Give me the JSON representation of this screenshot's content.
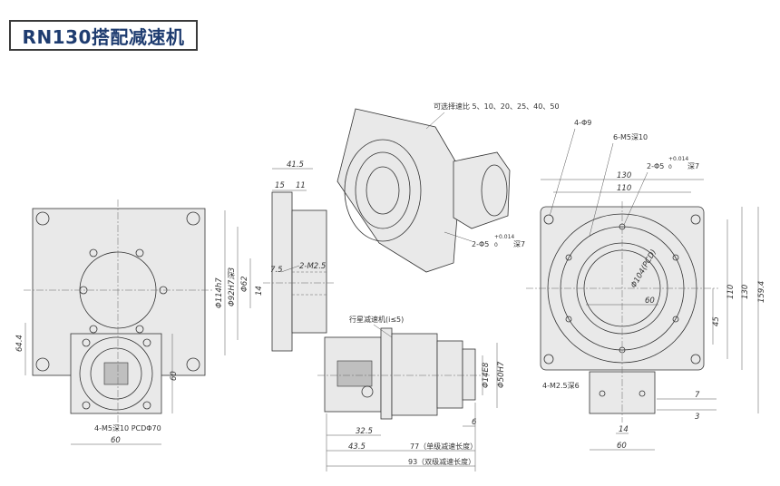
{
  "title": "RN130搭配减速机",
  "ratio_note": "可选择速比 5、10、20、25、40、50",
  "planetary_label": "行星减速机(i≤5)",
  "front_view": {
    "bolt_label": "4-M5深10 PCDΦ70",
    "dims": {
      "height": "64.4",
      "side": "60",
      "width": "60"
    }
  },
  "section_view": {
    "dims": {
      "d1": "Φ114h7",
      "d2": "Φ92H7深3",
      "d3": "Φ62",
      "d4": "14",
      "d5": "7.5",
      "thread": "2-M2.5",
      "w_total": "41.5",
      "w_a": "15",
      "w_b": "11"
    }
  },
  "reducer_view": {
    "dims": {
      "shaft_dia": "Φ14E8",
      "flange_dia": "Φ50H7",
      "a": "32.5",
      "b": "43.5",
      "c": "6",
      "l1": "77（单级减速长度）",
      "l2": "93（双级减速长度）"
    }
  },
  "iso_view": {
    "pin_label": "2-Φ5",
    "pin_tol_upper": "+0.014",
    "pin_tol_lower": "0",
    "pin_depth": "深7"
  },
  "right_view": {
    "holes": "4-Φ9",
    "thread": "6-M5深10",
    "pin": "2-Φ5",
    "pin_tol_upper": "+0.014",
    "pin_tol_lower": "0",
    "pin_depth": "深7",
    "pcd": "Φ104(PCD)",
    "bottom_thread": "4-M2.5深6",
    "dims": {
      "w130": "130",
      "w110": "110",
      "w60": "60",
      "h45": "45",
      "h110": "110",
      "h130": "130",
      "h159": "159.4",
      "w60b": "60",
      "w14": "14",
      "h7": "7",
      "h3": "3"
    }
  },
  "colors": {
    "title_text": "#1e3c70",
    "line": "#333333",
    "part_fill": "#e9e9e9"
  }
}
